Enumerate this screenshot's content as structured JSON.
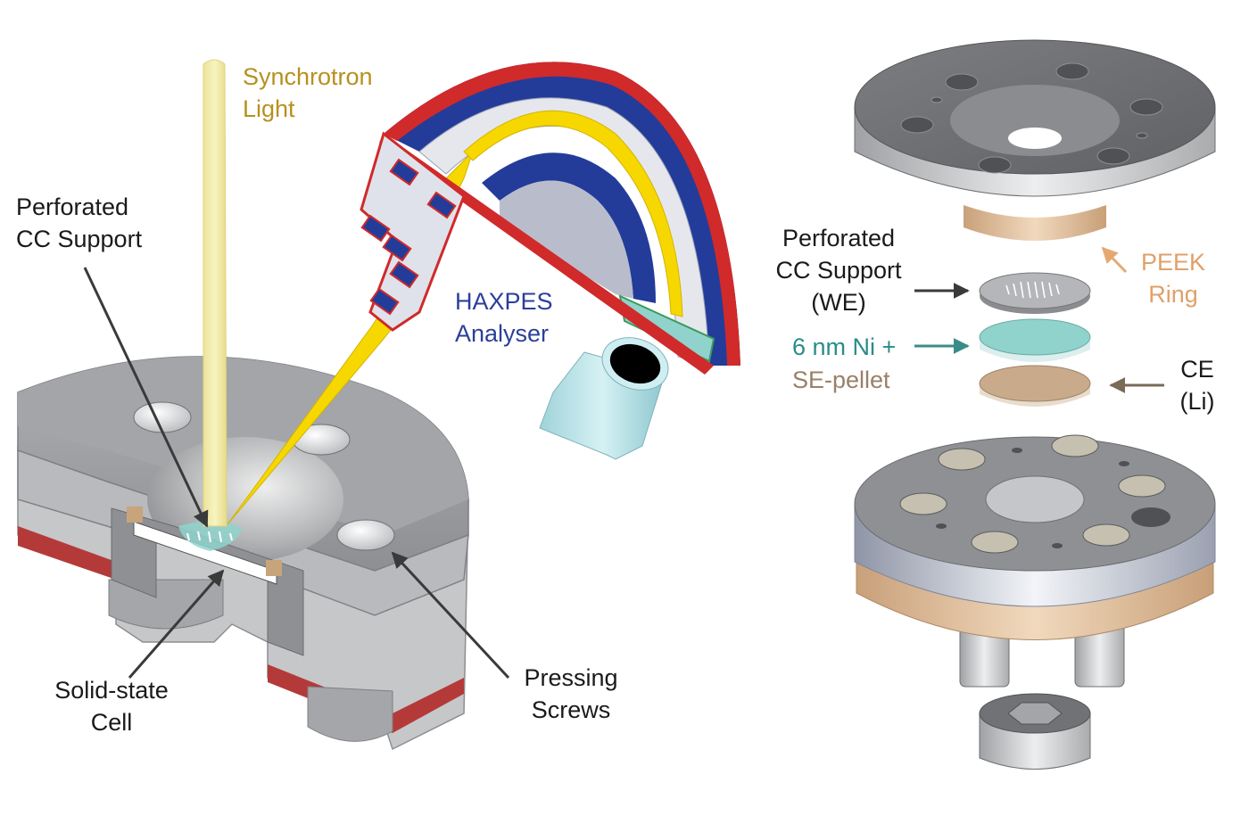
{
  "labels": {
    "synchrotron": [
      "Synchrotron",
      "Light"
    ],
    "haxpes": [
      "HAXPES",
      "Analyser"
    ],
    "perforated_left": [
      "Perforated",
      "CC Support"
    ],
    "solid_state": [
      "Solid-state",
      "Cell"
    ],
    "pressing": [
      "Pressing",
      "Screws"
    ],
    "perforated_right": [
      "Perforated",
      "CC Support",
      "(WE)"
    ],
    "ni_layer": "6 nm Ni +",
    "se_pellet": "SE-pellet",
    "peek": [
      "PEEK",
      "Ring"
    ],
    "ce": [
      "CE",
      "(Li)"
    ]
  },
  "colors": {
    "synchrotron_text": "#b8901f",
    "haxpes_text": "#2b3f99",
    "ni_text": "#2a8c88",
    "se_text": "#9a8068",
    "peek_text": "#e0a06a",
    "label_text": "#1a1a1a",
    "beam": "#f3eca0",
    "yellow": "#f6d800",
    "analyser_blue": "#233c9a",
    "analyser_red": "#d02a2a",
    "metal_dark": "#707275",
    "metal_light": "#c8c9cb",
    "peek_ring": "#dcb68e",
    "teal_disc": "#8fd3cc"
  }
}
